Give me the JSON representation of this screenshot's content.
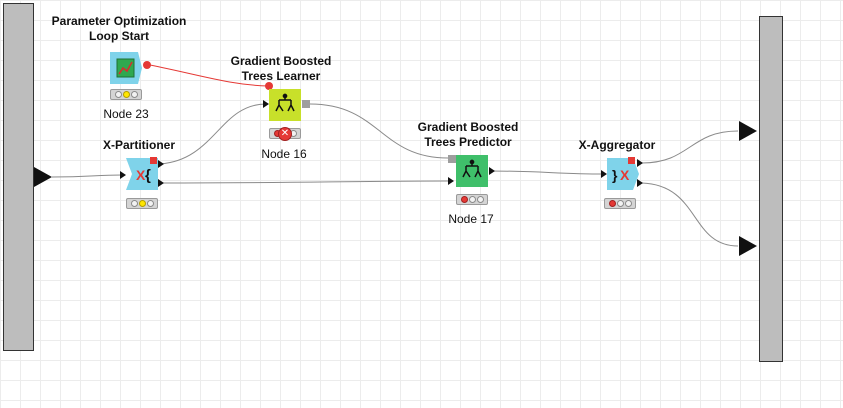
{
  "colors": {
    "wire": "#8a8a8a",
    "flow_wire": "#e53935",
    "learner": "#c8e02a",
    "predictor": "#3fbf6a",
    "partition": "#7fd3ea",
    "loop": "#7fd3ea"
  },
  "nodes": {
    "loop_start": {
      "title_line1": "Parameter Optimization",
      "title_line2": "Loop Start",
      "label": "Node 23",
      "status": "configured",
      "icon": "chart-line-icon"
    },
    "learner": {
      "title_line1": "Gradient Boosted",
      "title_line2": "Trees Learner",
      "label": "Node 16",
      "status": "error",
      "icon": "tree-learner-icon"
    },
    "partitioner": {
      "title": "X-Partitioner",
      "status": "configured",
      "icon": "x-partition-icon"
    },
    "predictor": {
      "title_line1": "Gradient Boosted",
      "title_line2": "Trees Predictor",
      "label": "Node 17",
      "status": "idle",
      "icon": "tree-predictor-icon"
    },
    "aggregator": {
      "title": "X-Aggregator",
      "status": "idle",
      "icon": "x-aggregate-icon"
    }
  }
}
